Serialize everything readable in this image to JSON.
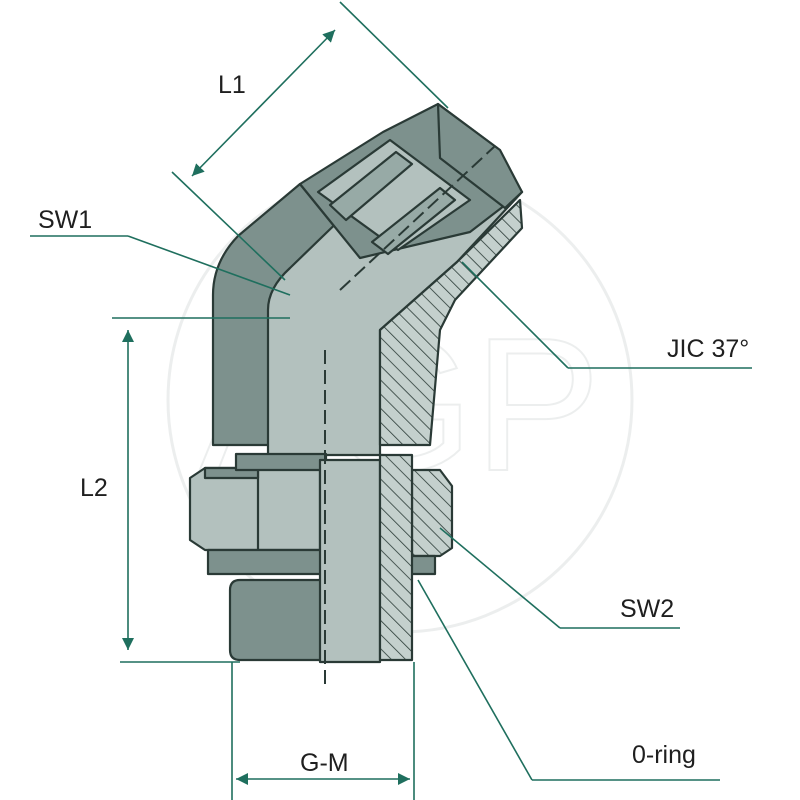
{
  "labels": {
    "l1": "L1",
    "l2": "L2",
    "sw1": "SW1",
    "sw2": "SW2",
    "jic": "JIC 37°",
    "gm": "G-M",
    "oring": "0-ring"
  },
  "watermark": "AGP",
  "colors": {
    "leader": "#1f6f5e",
    "metal_light": "#b3c1be",
    "metal_dark": "#7d918d",
    "outline": "#2a3a36"
  }
}
